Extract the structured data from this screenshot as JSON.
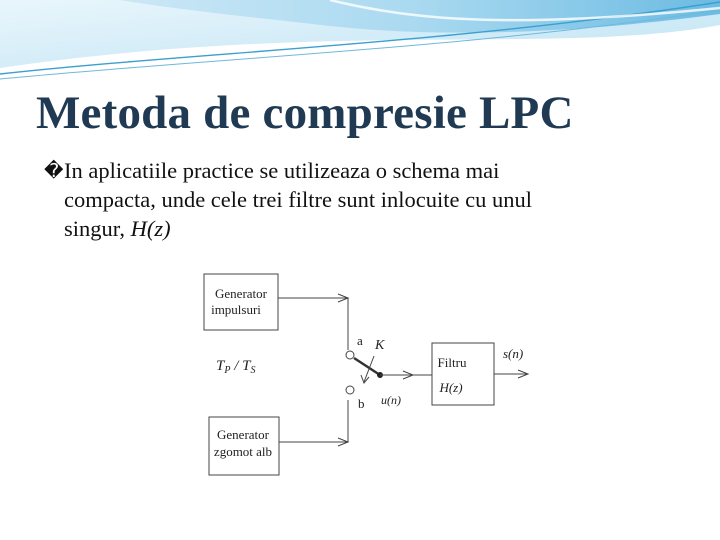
{
  "slide": {
    "title": "Metoda de compresie LPC",
    "bullet_symbol": "�",
    "body": {
      "line1": "In aplicatiile practice se utilizeaza o schema mai",
      "line2": "compacta, unde cele trei filtre sunt inlocuite cu unul",
      "line3_plain": "singur, ",
      "line3_italic": "H(z)"
    }
  },
  "diagram": {
    "generator_impulses": [
      "Generator",
      "impulsuri"
    ],
    "generator_noise": [
      "Generator",
      "zgomot alb"
    ],
    "pitch_label": {
      "tp": "T",
      "tp_sub": "P",
      "sep": " / ",
      "ts": "T",
      "ts_sub": "S"
    },
    "switch_a": "a",
    "switch_b": "b",
    "switch_k": "K",
    "input_signal": "u(n)",
    "filter_name": "Filtru",
    "filter_tf": "H(z)",
    "output_signal": "s(n)"
  },
  "colors": {
    "title": "#1f3a52",
    "banner_light": "#d8eef8",
    "banner_mid": "#9fd3ec",
    "banner_dark": "#3b9fd0"
  }
}
